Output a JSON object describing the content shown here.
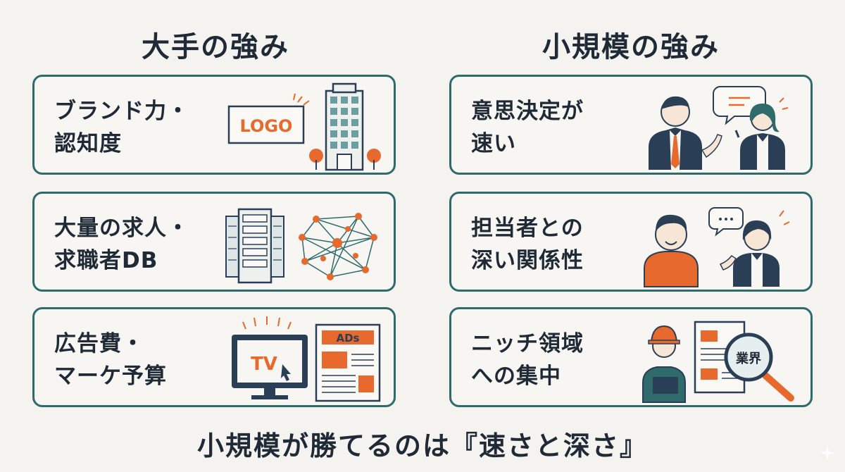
{
  "left": {
    "title": "大手の強み",
    "cards": [
      {
        "line1": "ブランド力・",
        "line2": "認知度",
        "logo_text": "LOGO",
        "icons": [
          "logo-sign-icon",
          "office-building-icon",
          "tree-icon"
        ]
      },
      {
        "line1": "大量の求人・",
        "line2": "求職者DB",
        "icons": [
          "server-rack-icon",
          "network-graph-icon"
        ]
      },
      {
        "line1": "広告費・",
        "line2": "マーケ予算",
        "tv_text": "TV",
        "ads_text": "ADs",
        "icons": [
          "television-icon",
          "ad-newspaper-icon"
        ]
      }
    ]
  },
  "right": {
    "title": "小規模の強み",
    "cards": [
      {
        "line1": "意思決定が",
        "line2": "速い",
        "icons": [
          "businessman-icon",
          "businesswoman-icon",
          "speech-bubble-icon"
        ]
      },
      {
        "line1": "担当者との",
        "line2": "深い関係性",
        "icons": [
          "smiling-man-icon",
          "smiling-woman-icon",
          "speech-bubble-icon"
        ]
      },
      {
        "line1": "ニッチ領域",
        "line2": "への集中",
        "magnifier_text": "業界",
        "icons": [
          "worker-icon",
          "document-icon",
          "magnifier-icon"
        ]
      }
    ]
  },
  "footer": {
    "text": "小規模が勝てるのは『速さと深さ』"
  },
  "colors": {
    "teal_border": "#2f6b6b",
    "orange": "#e8692d",
    "navy": "#2a3f55",
    "background": "#f4f3ef"
  }
}
